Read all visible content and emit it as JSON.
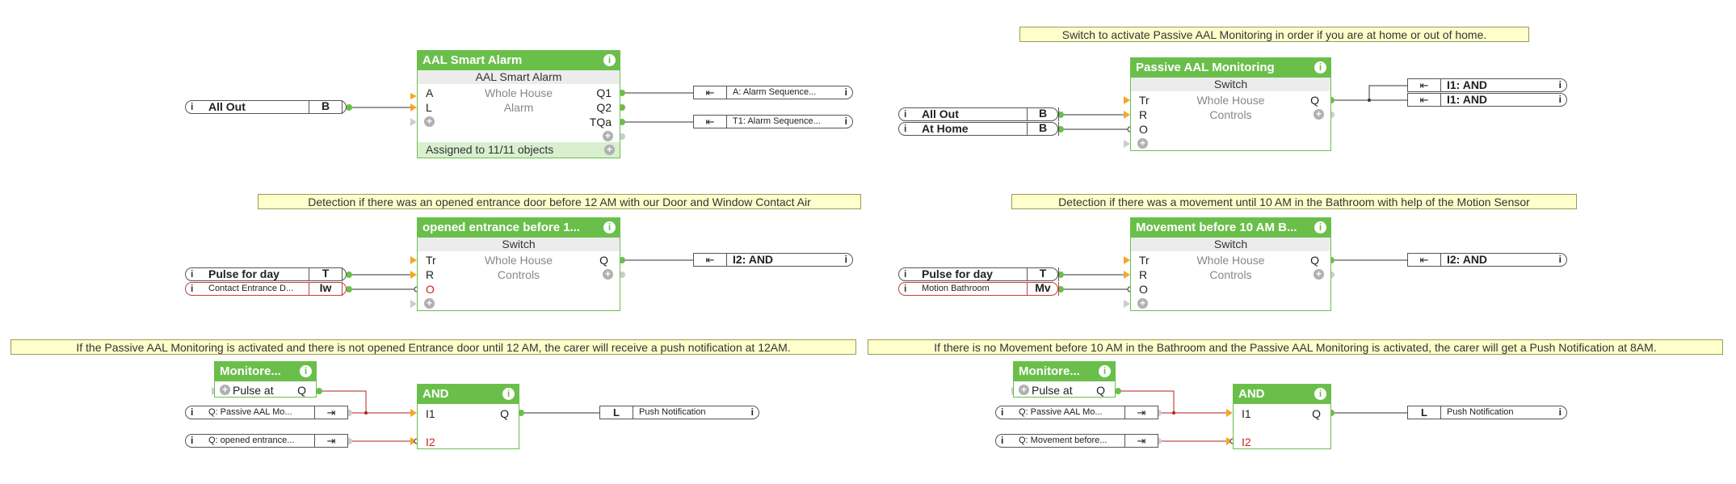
{
  "notes": {
    "passive_switch": "Switch to activate Passive AAL Monitoring in order if you are at home or out of home.",
    "door_detection": "Detection if there was an opened entrance door before 12 AM with our Door and Window Contact Air",
    "motion_detection": "Detection if there was a movement until 10 AM in the Bathroom with help of the Motion Sensor",
    "door_push": "If the Passive AAL Monitoring is activated and there is not opened Entrance door until 12 AM, the carer will receive a push notification at 12AM.",
    "motion_push": "If there is no Movement before 10 AM in the Bathroom and the Passive AAL Monitoring is activated, the carer will get a Push Notification at 8AM."
  },
  "alarm": {
    "title": "AAL Smart Alarm",
    "subtitle": "AAL Smart Alarm",
    "room": "Whole House",
    "category": "Alarm",
    "inputs": [
      "A",
      "L"
    ],
    "outputs": [
      "Q1",
      "Q2",
      "TQa"
    ],
    "assigned": "Assigned to 11/11 objects",
    "input_ref": {
      "name": "All Out",
      "code": "B"
    },
    "out1": "A: Alarm Sequence...",
    "out2": "T1: Alarm Sequence..."
  },
  "passive": {
    "title": "Passive AAL Monitoring",
    "subtitle": "Switch",
    "room": "Whole House",
    "category": "Controls",
    "inputs": [
      "Tr",
      "R",
      "O"
    ],
    "output": "Q",
    "in1": {
      "name": "All Out",
      "code": "B"
    },
    "in2": {
      "name": "At Home",
      "code": "B"
    },
    "out1": "I1: AND",
    "out2": "I1: AND"
  },
  "door": {
    "title": "opened entrance before 1...",
    "subtitle": "Switch",
    "room": "Whole House",
    "category": "Controls",
    "inputs": [
      "Tr",
      "R",
      "O"
    ],
    "output": "Q",
    "in1": {
      "name": "Pulse for day",
      "code": "T"
    },
    "in2": {
      "name": "Contact Entrance D...",
      "code": "Iw"
    },
    "out": "I2: AND"
  },
  "motion": {
    "title": "Movement before 10 AM B...",
    "subtitle": "Switch",
    "room": "Whole House",
    "category": "Controls",
    "inputs": [
      "Tr",
      "R",
      "O"
    ],
    "output": "Q",
    "in1": {
      "name": "Pulse for day",
      "code": "T"
    },
    "in2": {
      "name": "Motion Bathroom",
      "code": "Mv"
    },
    "out": "I2: AND"
  },
  "monitor_left": {
    "title": "Monitore...",
    "pulse": "Pulse at",
    "output": "Q"
  },
  "monitor_right": {
    "title": "Monitore...",
    "pulse": "Pulse at",
    "output": "Q"
  },
  "and_left": {
    "title": "AND",
    "inputs": [
      "I1",
      "I2"
    ],
    "output": "Q",
    "ref1": "Q: Passive AAL Mo...",
    "ref2": "Q: opened entrance...",
    "out_code": "L",
    "out_name": "Push Notification"
  },
  "and_right": {
    "title": "AND",
    "inputs": [
      "I1",
      "I2"
    ],
    "output": "Q",
    "ref1": "Q: Passive AAL Mo...",
    "ref2": "Q: Movement before...",
    "out_code": "L",
    "out_name": "Push Notification"
  },
  "icons": {
    "info": "i",
    "plus": "+",
    "ref_in": "⇤",
    "ref_out": "⇥"
  },
  "colors": {
    "block": "#6abf4b",
    "note": "#ffffcc",
    "wire": "#333333",
    "red_wire": "#b02020",
    "input_marker": "#f5a623"
  }
}
